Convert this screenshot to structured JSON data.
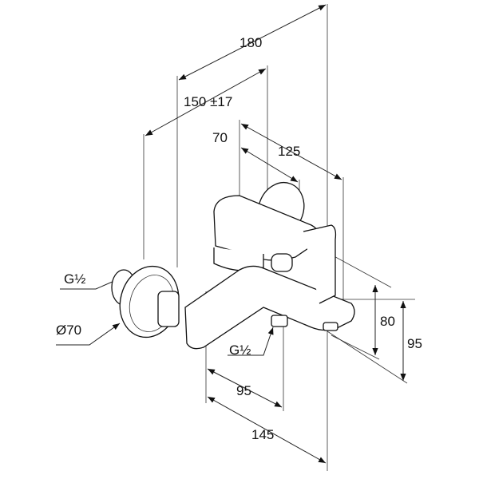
{
  "dimensions": {
    "overall_depth": "180",
    "inlet_center": "150 ±17",
    "handle_offset": "70",
    "spout_depth": "125",
    "inlet_thread": "G½",
    "escutcheon_diameter": "Ø70",
    "spout_height": "80",
    "overall_height": "95",
    "outlet_thread": "G½",
    "outlet_offset": "95",
    "overall_width": "145"
  }
}
